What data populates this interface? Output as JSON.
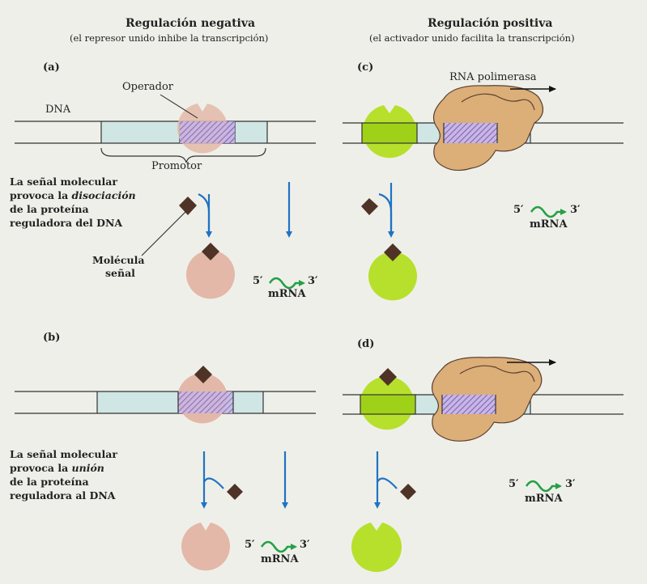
{
  "header": {
    "left_title": "Regulación negativa",
    "left_subtitle": "(el represor unido inhibe la transcripción)",
    "right_title": "Regulación positiva",
    "right_subtitle": "(el activador unido facilita la transcripción)"
  },
  "panels": {
    "a": "(a)",
    "b": "(b)",
    "c": "(c)",
    "d": "(d)"
  },
  "labels": {
    "dna": "DNA",
    "operador": "Operador",
    "promotor": "Promotor",
    "rna_polimerasa": "RNA polimerasa",
    "molecula_senal_1": "Molécula",
    "molecula_senal_2": "señal"
  },
  "mrna": {
    "five": "5′",
    "three": "3′",
    "label": "mRNA"
  },
  "side_a": {
    "line1": "La señal molecular",
    "line2_pre": "provoca la ",
    "line2_em": "disociación",
    "line3": "de la proteína",
    "line4": "reguladora del DNA"
  },
  "side_b": {
    "line1": "La señal molecular",
    "line2_pre": "provoca la ",
    "line2_em": "unión",
    "line3": "de la proteína",
    "line4": "reguladora al DNA"
  },
  "colors": {
    "background": "#efefe9",
    "dna_fill": "#cfe6e4",
    "operator_hatch": "#9a86c8",
    "repressor": "#e3b8a8",
    "activator": "#b6e02c",
    "polymerase": "#dcae78",
    "arrow_blue": "#1f73c4",
    "mrna_green": "#24a046",
    "signal": "#4f3327"
  }
}
